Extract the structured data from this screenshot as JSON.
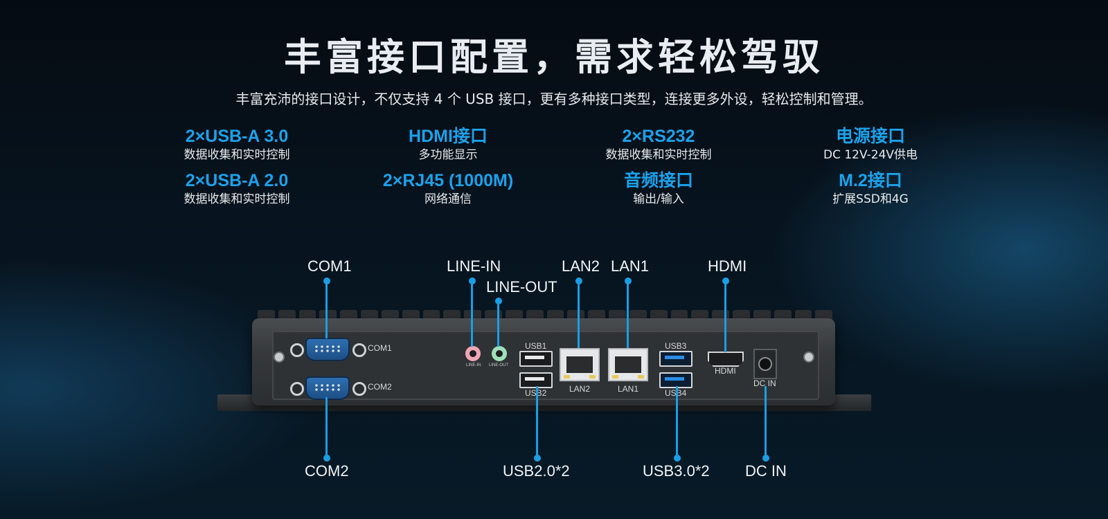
{
  "title": "丰富接口配置，需求轻松驾驭",
  "subtitle": "丰富充沛的接口设计，不仅支持 4 个 USB 接口，更有多种接口类型，连接更多外设，轻松控制和管理。",
  "features": [
    {
      "heading": "2×USB-A 3.0",
      "desc": "数据收集和实时控制"
    },
    {
      "heading": "HDMI接口",
      "desc": "多功能显示"
    },
    {
      "heading": "2×RS232",
      "desc": "数据收集和实时控制"
    },
    {
      "heading": "电源接口",
      "desc": "DC 12V-24V供电"
    },
    {
      "heading": "2×USB-A 2.0",
      "desc": "数据收集和实时控制"
    },
    {
      "heading": "2×RJ45 (1000M)",
      "desc": "网络通信"
    },
    {
      "heading": "音频接口",
      "desc": "输出/输入"
    },
    {
      "heading": "M.2接口",
      "desc": "扩展SSD和4G"
    }
  ],
  "callouts": {
    "com1": "COM1",
    "line_in": "LINE-IN",
    "line_out": "LINE-OUT",
    "lan2": "LAN2",
    "lan1": "LAN1",
    "hdmi": "HDMI",
    "com2": "COM2",
    "usb20": "USB2.0*2",
    "usb30": "USB3.0*2",
    "dc_in": "DC IN"
  },
  "port_labels": {
    "com1": "COM1",
    "com2": "COM2",
    "line_in": "LINE-IN",
    "line_out": "LINE-OUT",
    "usb1": "USB1",
    "usb2": "USB2",
    "lan2": "LAN2",
    "lan1": "LAN1",
    "usb3": "USB3",
    "usb4": "USB4",
    "hdmi": "HDMI",
    "dc_in": "DC IN"
  },
  "colors": {
    "accent": "#1aa2ec",
    "background": "#07141f"
  }
}
